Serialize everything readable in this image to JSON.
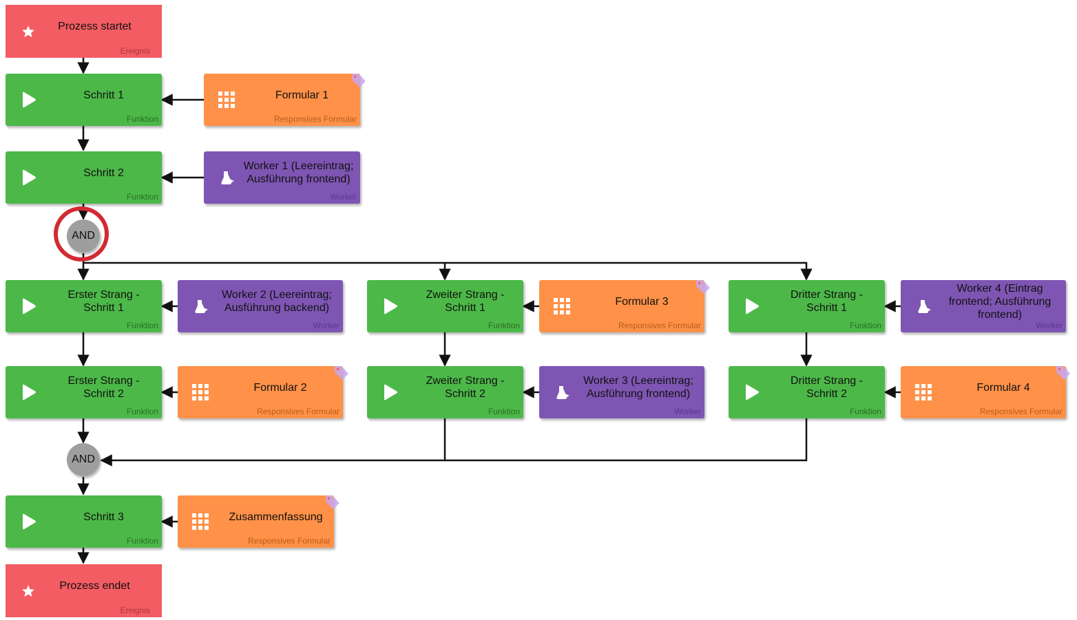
{
  "colors": {
    "function": "#4cb848",
    "form": "#ff9148",
    "worker": "#7e55b3",
    "event": "#f45c63",
    "gateway": "#9e9e9e",
    "highlight_ring": "#d22a33",
    "connector": "#111111"
  },
  "events": {
    "start": {
      "title": "Prozess startet",
      "type": "Ereignis",
      "icon": "star-icon"
    },
    "end": {
      "title": "Prozess endet",
      "type": "Ereignis",
      "icon": "star-icon"
    }
  },
  "functions": {
    "schritt1": {
      "title": "Schritt 1",
      "type": "Funktion",
      "icon": "play-icon"
    },
    "schritt2": {
      "title": "Schritt 2",
      "type": "Funktion",
      "icon": "play-icon"
    },
    "erster1": {
      "title": "Erster Strang - Schritt 1",
      "type": "Funktion",
      "icon": "play-icon"
    },
    "erster2": {
      "title": "Erster Strang - Schritt 2",
      "type": "Funktion",
      "icon": "play-icon"
    },
    "zweiter1": {
      "title": "Zweiter Strang - Schritt 1",
      "type": "Funktion",
      "icon": "play-icon"
    },
    "zweiter2": {
      "title": "Zweiter Strang - Schritt 2",
      "type": "Funktion",
      "icon": "play-icon"
    },
    "dritter1": {
      "title": "Dritter Strang - Schritt 1",
      "type": "Funktion",
      "icon": "play-icon"
    },
    "dritter2": {
      "title": "Dritter Strang - Schritt 2",
      "type": "Funktion",
      "icon": "play-icon"
    },
    "schritt3": {
      "title": "Schritt 3",
      "type": "Funktion",
      "icon": "play-icon"
    }
  },
  "forms": {
    "formular1": {
      "title": "Formular 1",
      "type": "Responsives Formular",
      "icon": "grid-icon"
    },
    "formular2": {
      "title": "Formular 2",
      "type": "Responsives Formular",
      "icon": "grid-icon"
    },
    "formular3": {
      "title": "Formular 3",
      "type": "Responsives Formular",
      "icon": "grid-icon"
    },
    "formular4": {
      "title": "Formular 4",
      "type": "Responsives Formular",
      "icon": "grid-icon"
    },
    "zusammenfassung": {
      "title": "Zusammenfassung",
      "type": "Responsives Formular",
      "icon": "grid-icon"
    }
  },
  "workers": {
    "worker1": {
      "title": "Worker 1 (Leereintrag; Ausführung frontend)",
      "type": "Worker",
      "icon": "worker-icon"
    },
    "worker2": {
      "title": "Worker 2 (Leereintrag; Ausführung backend)",
      "type": "Worker",
      "icon": "worker-icon"
    },
    "worker3": {
      "title": "Worker 3 (Leereintrag; Ausführung frontend)",
      "type": "Worker",
      "icon": "worker-icon"
    },
    "worker4": {
      "title": "Worker 4 (Eintrag frontend; Ausführung frontend)",
      "type": "Worker",
      "icon": "worker-icon"
    }
  },
  "gateways": {
    "split": {
      "label": "AND"
    },
    "join": {
      "label": "AND"
    }
  }
}
